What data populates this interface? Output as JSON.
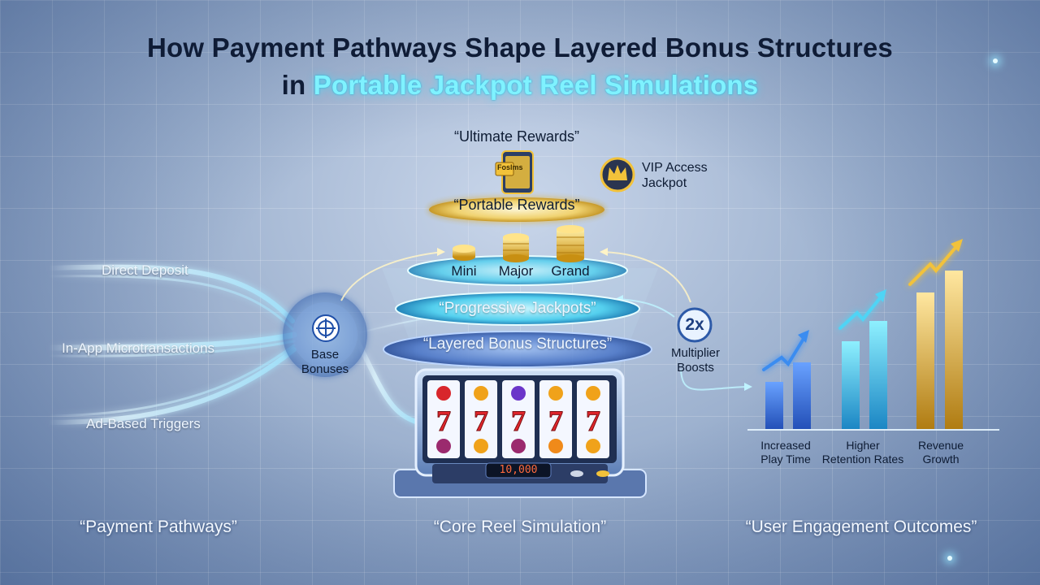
{
  "title": {
    "line1": "How Payment Pathways Shape Layered Bonus Structures",
    "line2_prefix": "in",
    "line2_highlight": "Portable Jackpot Reel Simulations"
  },
  "pathways": {
    "items": [
      "Direct Deposit",
      "In-App Microtransactions",
      "Ad-Based Triggers"
    ],
    "hub_label_1": "Base",
    "hub_label_2": "Bonuses",
    "section_label": "“Payment Pathways”"
  },
  "core": {
    "ultimate": "“Ultimate Rewards”",
    "phone_text": "Foslms",
    "vip_1": "VIP Access",
    "vip_2": "Jackpot",
    "portable": "“Portable Rewards”",
    "tiers": [
      "Mini",
      "Major",
      "Grand"
    ],
    "progressive": "“Progressive Jackpots”",
    "layered": "“Layered Bonus Structures”",
    "multiplier_value": "2x",
    "multiplier_1": "Multiplier",
    "multiplier_2": "Boosts",
    "reel_symbol": "7",
    "display_value": "10,000",
    "section_label": "“Core Reel Simulation”"
  },
  "outcomes": {
    "labels": [
      {
        "l1": "Increased",
        "l2": "Play Time"
      },
      {
        "l1": "Higher",
        "l2": "Retention Rates"
      },
      {
        "l1": "Revenue",
        "l2": "Growth"
      }
    ],
    "section_label": "“User Engagement Outcomes”"
  },
  "colors": {
    "glow_cyan": "#7ff2ff",
    "gold": "#f2c23a",
    "blue_bar": "#3a78e6",
    "cyan_bar": "#36c8f2",
    "reel_red": "#e0262b"
  }
}
